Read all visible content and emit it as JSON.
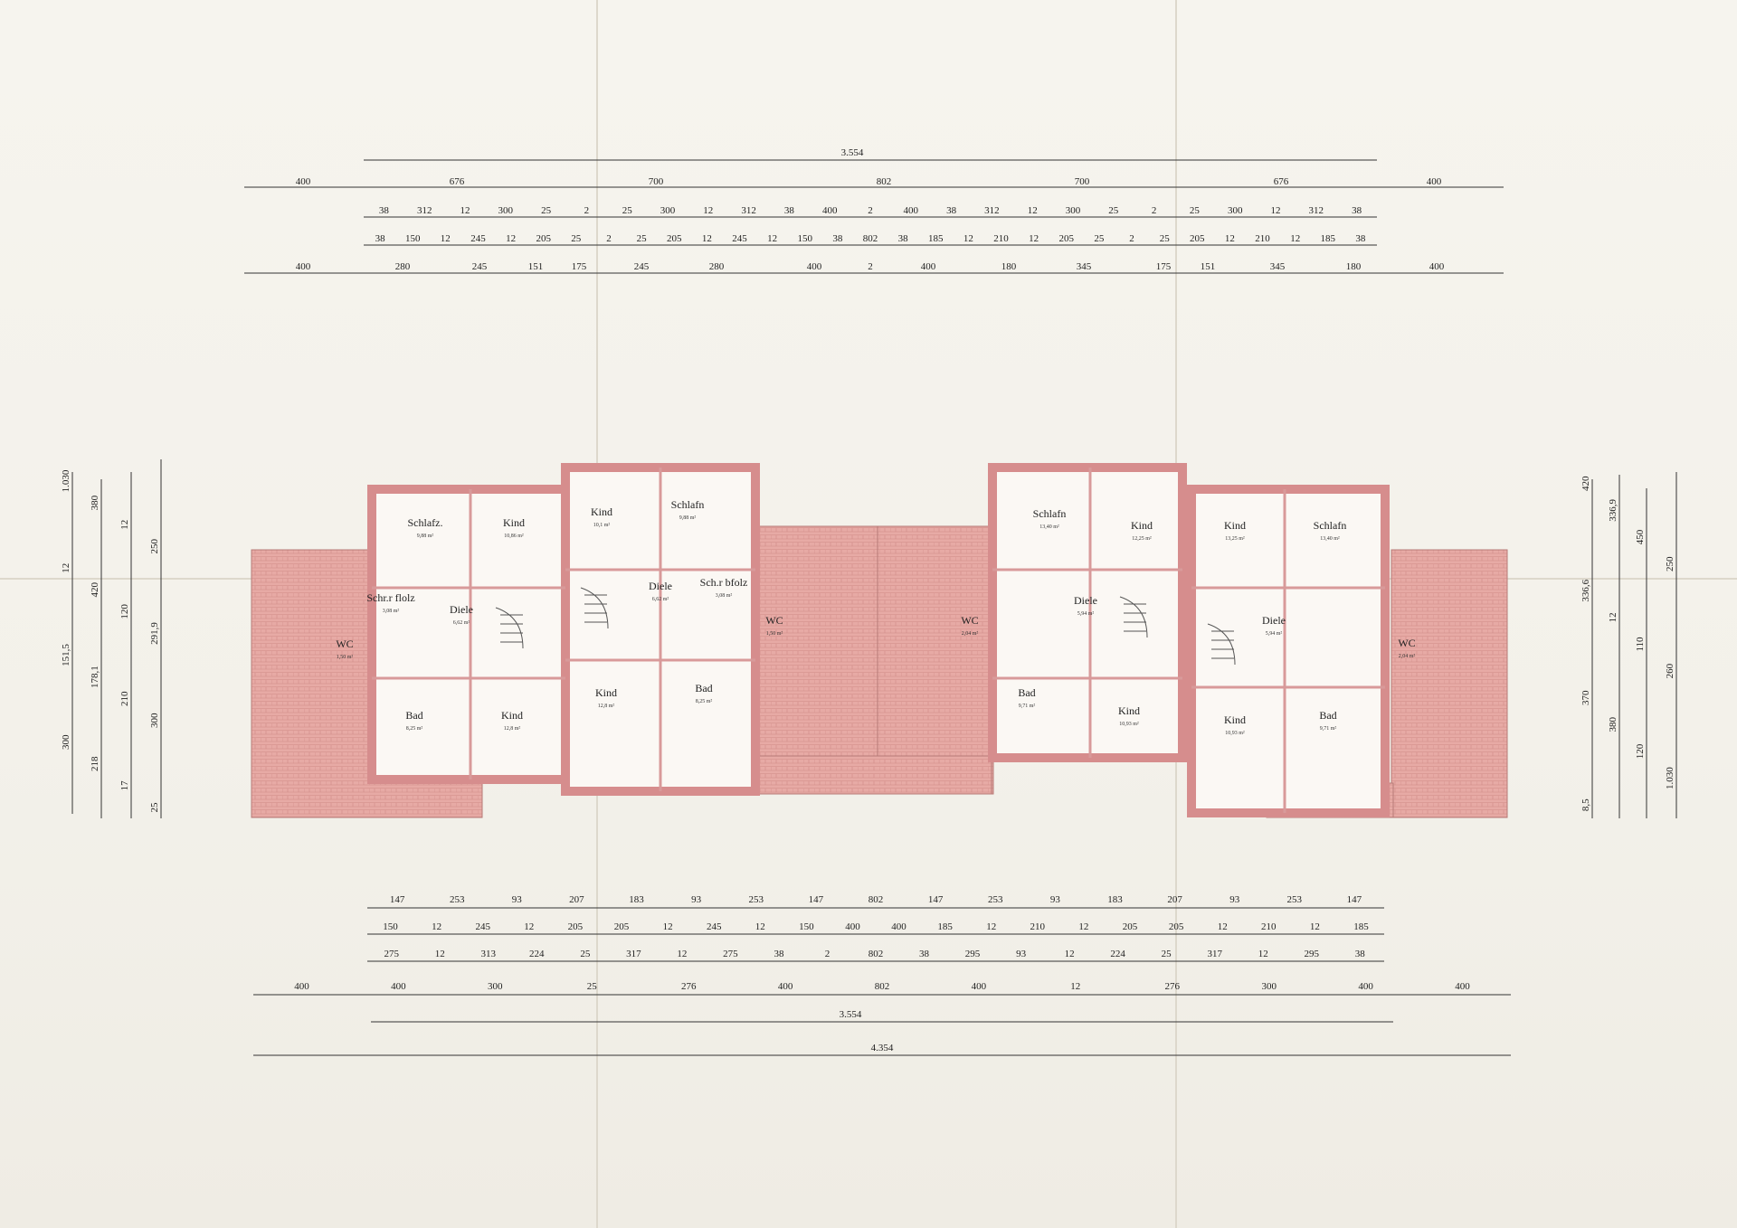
{
  "top_dimensions": {
    "overall": "3.554",
    "row1": [
      "400",
      "676",
      "700",
      "802",
      "700",
      "676",
      "400"
    ],
    "row2": [
      "38",
      "312",
      "12",
      "300",
      "25",
      "2",
      "25",
      "300",
      "12",
      "312",
      "38",
      "400",
      "2",
      "400",
      "38",
      "312",
      "12",
      "300",
      "25",
      "2",
      "25",
      "300",
      "12",
      "312",
      "38"
    ],
    "row3": [
      "38",
      "150",
      "12",
      "245",
      "12",
      "205",
      "25",
      "2",
      "25",
      "205",
      "12",
      "245",
      "12",
      "150",
      "38",
      "802",
      "38",
      "185",
      "12",
      "210",
      "12",
      "205",
      "25",
      "2",
      "25",
      "205",
      "12",
      "210",
      "12",
      "185",
      "38"
    ],
    "row4": [
      "400",
      "280",
      "245",
      "151",
      "175",
      "245",
      "280",
      "400",
      "2",
      "400",
      "180",
      "345",
      "175",
      "151",
      "345",
      "180",
      "400"
    ]
  },
  "bottom_dimensions": {
    "row1": [
      "147",
      "253",
      "93",
      "207",
      "183",
      "93",
      "253",
      "147",
      "802",
      "147",
      "253",
      "93",
      "183",
      "207",
      "93",
      "253",
      "147"
    ],
    "row2": [
      "150",
      "12",
      "245",
      "12",
      "205",
      "205",
      "12",
      "245",
      "12",
      "150",
      "400",
      "400",
      "185",
      "12",
      "210",
      "12",
      "205",
      "205",
      "12",
      "210",
      "12",
      "185"
    ],
    "row3": [
      "275",
      "12",
      "313",
      "224",
      "25",
      "317",
      "12",
      "275",
      "38",
      "2",
      "802",
      "38",
      "295",
      "93",
      "12",
      "224",
      "25",
      "317",
      "12",
      "295",
      "38"
    ],
    "row4": [
      "400",
      "400",
      "300",
      "25",
      "276",
      "400",
      "802",
      "400",
      "12",
      "276",
      "300",
      "400",
      "400"
    ],
    "overall_inner": "3.554",
    "overall_outer": "4.354"
  },
  "left_dimensions": [
    "1.030",
    "380",
    "12",
    "250",
    "12",
    "420",
    "120",
    "291,9",
    "151,5",
    "178,1",
    "210",
    "300",
    "300",
    "218",
    "17",
    "25"
  ],
  "right_dimensions": [
    "420",
    "336,9",
    "450",
    "250",
    "336,6",
    "12",
    "110",
    "260",
    "370",
    "380",
    "120",
    "1.030",
    "8,5"
  ],
  "units": [
    {
      "rooms": [
        {
          "name": "Schlafz.",
          "area": "9,88 m²"
        },
        {
          "name": "Kind",
          "area": "10,86 m²"
        },
        {
          "name": "Schr.r flolz",
          "area": "3,08 m²"
        },
        {
          "name": "Diele",
          "area": "6,62 m²"
        },
        {
          "name": "WC",
          "area": "1,50 m²"
        },
        {
          "name": "Bad",
          "area": "8,25 m²"
        },
        {
          "name": "Kind",
          "area": "12,8 m²"
        }
      ]
    },
    {
      "rooms": [
        {
          "name": "Kind",
          "area": "10,1 m²"
        },
        {
          "name": "Schlafn",
          "area": "9,88 m²"
        },
        {
          "name": "Diele",
          "area": "6,62 m²"
        },
        {
          "name": "Sch.r bfolz",
          "area": "3,08 m²"
        },
        {
          "name": "WC",
          "area": "1,50 m²"
        },
        {
          "name": "Kind",
          "area": "12,8 m²"
        },
        {
          "name": "Bad",
          "area": "8,25 m²"
        }
      ]
    },
    {
      "rooms": [
        {
          "name": "WC",
          "area": "2,04 m²"
        },
        {
          "name": "Schlafn",
          "area": "13,40 m²"
        },
        {
          "name": "Kind",
          "area": "12,25 m²"
        },
        {
          "name": "Diele",
          "area": "5,94 m²"
        },
        {
          "name": "Bad",
          "area": "9,71 m²"
        },
        {
          "name": "Kind",
          "area": "10,93 m²"
        }
      ]
    },
    {
      "rooms": [
        {
          "name": "Kind",
          "area": "13,25 m²"
        },
        {
          "name": "Schlafn",
          "area": "13,40 m²"
        },
        {
          "name": "Diele",
          "area": "5,94 m²"
        },
        {
          "name": "WC",
          "area": "2,04 m²"
        },
        {
          "name": "Kind",
          "area": "10,93 m²"
        },
        {
          "name": "Bad",
          "area": "9,71 m²"
        }
      ]
    }
  ],
  "colors": {
    "wall": "#e8b8b8",
    "roof": "#e7aaa5",
    "line": "#333333",
    "paper": "#f4f1ea"
  }
}
